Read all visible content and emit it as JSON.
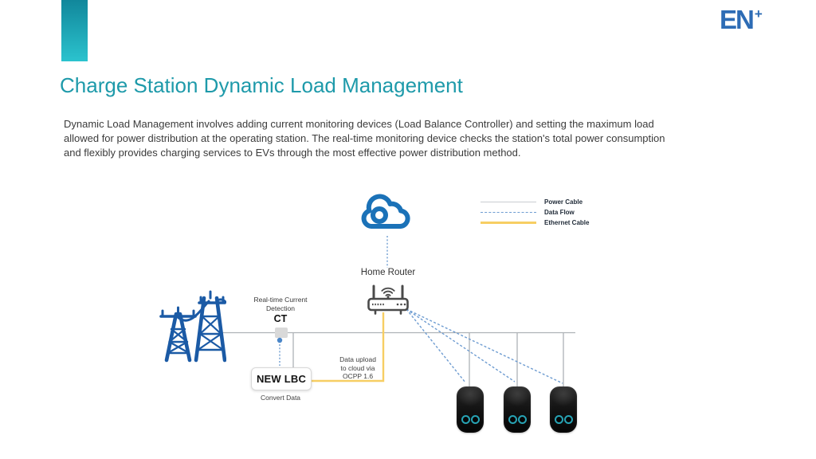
{
  "slide": {
    "logo": {
      "text": "EN",
      "plus": "+"
    },
    "title": "Charge Station Dynamic Load Management",
    "body_lines": [
      "Dynamic Load Management involves adding current monitoring devices (Load Balance Controller) and setting the maximum load",
      "allowed for power distribution at the operating station. The real-time monitoring device checks the station's total power consumption",
      "and flexibly provides charging services to EVs through the most effective power distribution method."
    ]
  },
  "diagram": {
    "legend": [
      {
        "label": "Power Cable",
        "style": "solid-gray"
      },
      {
        "label": "Data Flow",
        "style": "dashed-blue"
      },
      {
        "label": "Ethernet Cable",
        "style": "solid-yellow"
      }
    ],
    "labels": {
      "home_router": "Home Router",
      "ct_caption_line1": "Real-time Current",
      "ct_caption_line2": "Detection",
      "ct": "CT",
      "lbc_box": "NEW LBC",
      "lbc_caption": "Convert Data",
      "upload_line1": "Data upload",
      "upload_line2": "to cloud via",
      "upload_line3": "OCPP 1.6"
    },
    "charger_count": 3,
    "icons": [
      "cloud-icon",
      "home-router-icon",
      "transmission-tower-icon",
      "ev-charger-icon",
      "wifi-icon"
    ]
  },
  "colors": {
    "accent_teal": "#1E9AAA",
    "bar_teal_top": "#11879B",
    "bar_teal_bottom": "#2BC3CE",
    "logo_blue": "#2D6CB5",
    "cloud_blue": "#1B72B8",
    "tower_blue": "#1B5AA5",
    "router_gray": "#4A4A4A",
    "data_flow_blue": "#6E9CD1",
    "data_dot_blue": "#4A86C8",
    "power_cable_gray": "#AEB2B6",
    "ethernet_yellow": "#F7CE63",
    "charger_teal": "#27A3B4",
    "body_text": "#3B3B3B"
  }
}
